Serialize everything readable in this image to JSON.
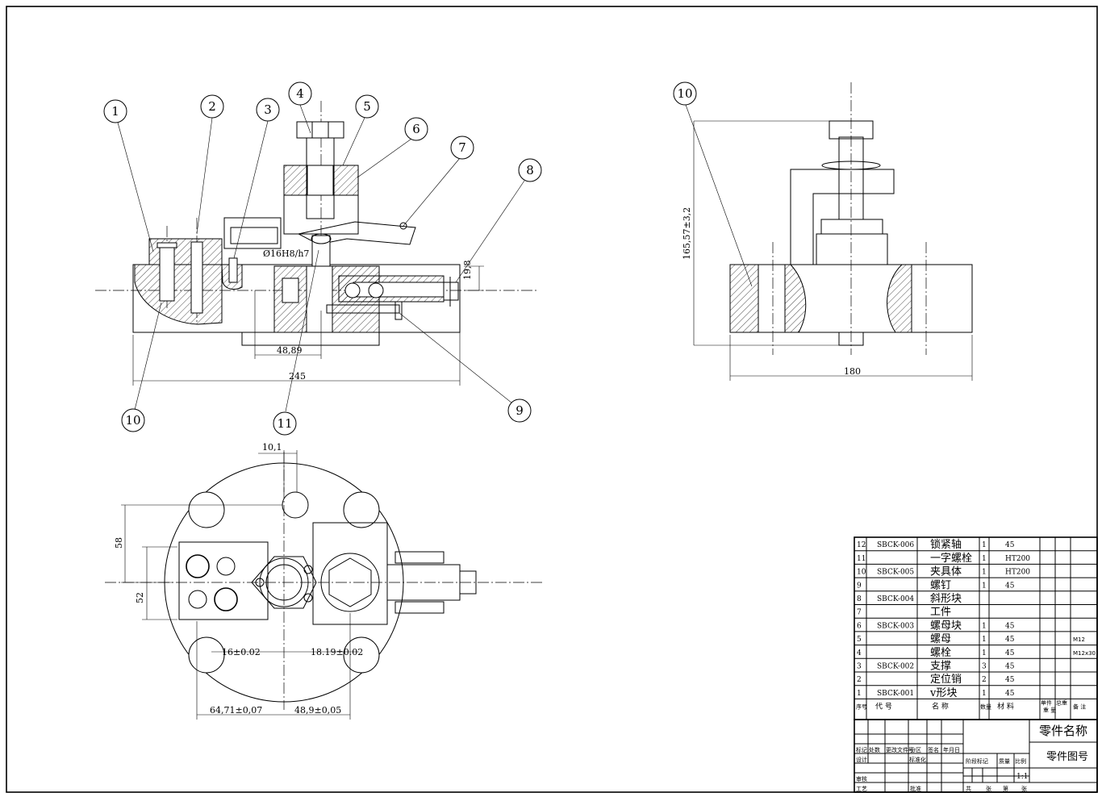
{
  "balloons": [
    "1",
    "2",
    "3",
    "4",
    "5",
    "6",
    "7",
    "8",
    "9",
    "10",
    "11"
  ],
  "side_balloon": "10",
  "dims": {
    "d_fit": "Ø16H8/h7",
    "d_19_8": "19,8",
    "d_48_89": "48,89",
    "d_245": "245",
    "d_height": "165,57±3,2",
    "d_180": "180",
    "d_10_1": "10,1",
    "d_58": "58",
    "d_52": "52",
    "d_16": "16±0.02",
    "d_18_19": "18.19±0.02",
    "d_64_71": "64,71±0,07",
    "d_48_9": "48,9±0,05"
  },
  "bom": [
    {
      "no": "12",
      "code": "SBCK-006",
      "name": "锁紧轴",
      "qty": "1",
      "material": "45",
      "note": ""
    },
    {
      "no": "11",
      "code": "",
      "name": "一字螺栓",
      "qty": "1",
      "material": "HT200",
      "note": ""
    },
    {
      "no": "10",
      "code": "SBCK-005",
      "name": "夹具体",
      "qty": "1",
      "material": "HT200",
      "note": ""
    },
    {
      "no": "9",
      "code": "",
      "name": "螺钉",
      "qty": "1",
      "material": "45",
      "note": ""
    },
    {
      "no": "8",
      "code": "SBCK-004",
      "name": "斜形块",
      "qty": "",
      "material": "",
      "note": ""
    },
    {
      "no": "7",
      "code": "",
      "name": "工件",
      "qty": "",
      "material": "",
      "note": ""
    },
    {
      "no": "6",
      "code": "SBCK-003",
      "name": "螺母块",
      "qty": "1",
      "material": "45",
      "note": ""
    },
    {
      "no": "5",
      "code": "",
      "name": "螺母",
      "qty": "1",
      "material": "45",
      "note": "M12"
    },
    {
      "no": "4",
      "code": "",
      "name": "螺栓",
      "qty": "1",
      "material": "45",
      "note": "M12x30"
    },
    {
      "no": "3",
      "code": "SBCK-002",
      "name": "支撑",
      "qty": "3",
      "material": "45",
      "note": ""
    },
    {
      "no": "2",
      "code": "",
      "name": "定位销",
      "qty": "2",
      "material": "45",
      "note": ""
    },
    {
      "no": "1",
      "code": "SBCK-001",
      "name": "v形块",
      "qty": "1",
      "material": "45",
      "note": ""
    }
  ],
  "bom_header": {
    "no": "序号",
    "code": "代    号",
    "name": "名    称",
    "qty": "数量",
    "material": "材    料",
    "unit_w": "单件",
    "total_w": "总重",
    "weight": "重  量",
    "note": "备 注"
  },
  "title_block": {
    "part_name": "零件名称",
    "part_no": "零件图号",
    "mark": "标记",
    "count": "处数",
    "change_doc": "更改文件号",
    "zone": "分区",
    "sign": "签名",
    "date": "年月日",
    "design": "设计",
    "standard": "标准化",
    "review": "审核",
    "process": "工艺",
    "approve": "批准",
    "stage": "阶段标记",
    "mass": "质量",
    "ratio": "比例",
    "scale": "1:1",
    "total": "共",
    "sheets": "张",
    "nth": "第",
    "sheet2": "张"
  }
}
